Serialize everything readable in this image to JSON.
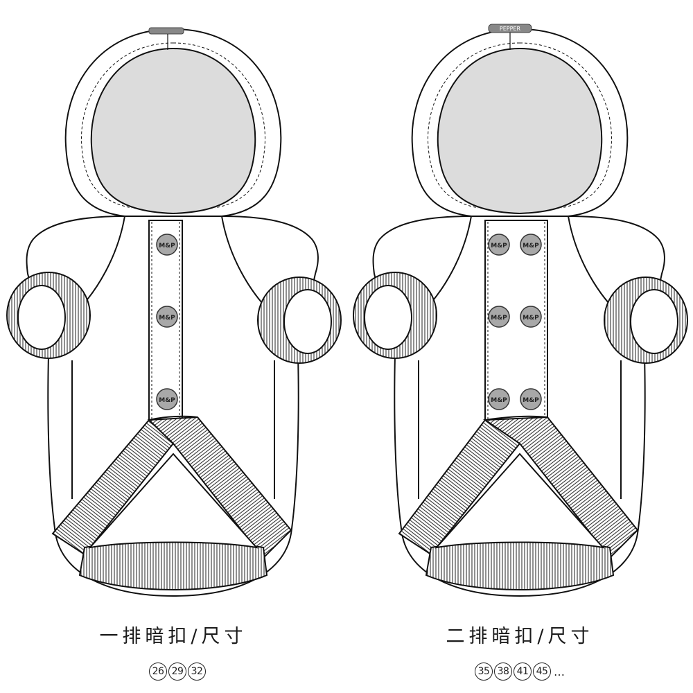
{
  "panels": [
    {
      "caption": "一排暗扣/尺寸",
      "sizes": [
        "26",
        "29",
        "32"
      ],
      "ellipsis": "",
      "button_label": "M&P",
      "button_columns": 1,
      "hood_tag_label": ""
    },
    {
      "caption": "二排暗扣/尺寸",
      "sizes": [
        "35",
        "38",
        "41",
        "45"
      ],
      "ellipsis": "…",
      "button_label": "M&P",
      "button_columns": 2,
      "hood_tag_label": "PEPPER"
    }
  ],
  "colors": {
    "outline": "#111111",
    "hood_lining": "#dcdcdc",
    "button_fill": "#a8a8a8",
    "rib_stripe": "#333333",
    "background": "#ffffff"
  }
}
